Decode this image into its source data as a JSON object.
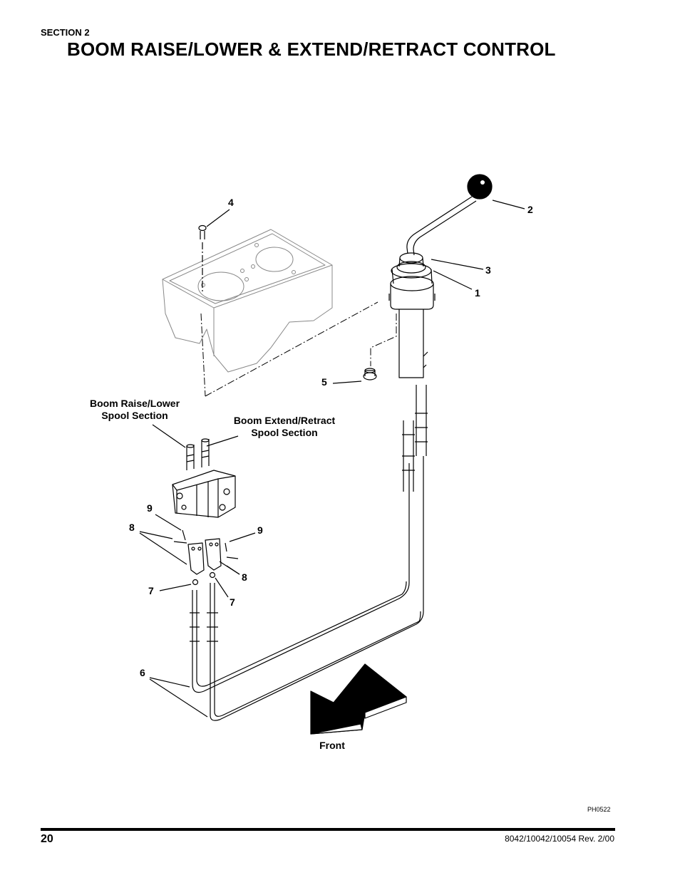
{
  "header": {
    "section": "SECTION 2",
    "title": "BOOM RAISE/LOWER & EXTEND/RETRACT CONTROL"
  },
  "figure": {
    "callouts": {
      "c1": "1",
      "c2": "2",
      "c3": "3",
      "c4": "4",
      "c5": "5",
      "c6": "6",
      "c7a": "7",
      "c7b": "7",
      "c8a": "8",
      "c8b": "8",
      "c9a": "9",
      "c9b": "9"
    },
    "labels": {
      "raise_lower_line1": "Boom Raise/Lower",
      "raise_lower_line2": "Spool Section",
      "extend_retract_line1": "Boom Extend/Retract",
      "extend_retract_line2": "Spool Section",
      "front": "Front"
    },
    "figure_id": "PH0522"
  },
  "footer": {
    "page_number": "20",
    "doc_revision": "8042/10042/10054 Rev. 2/00"
  }
}
